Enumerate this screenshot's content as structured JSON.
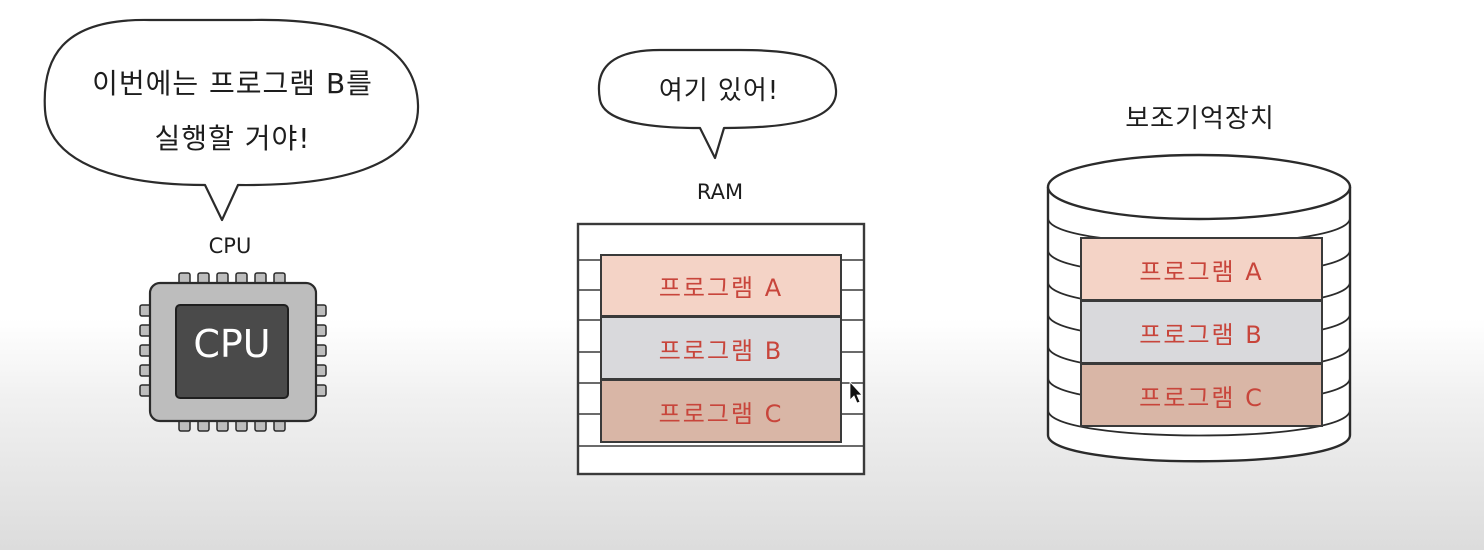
{
  "cpu": {
    "speech": [
      "이번에는 프로그램 B를",
      "실행할 거야!"
    ],
    "label": "CPU",
    "chip_text": "CPU"
  },
  "ram": {
    "speech": "여기 있어!",
    "label": "RAM",
    "programs": [
      "프로그램 A",
      "프로그램 B",
      "프로그램 C"
    ]
  },
  "storage": {
    "label": "보조기억장치",
    "programs": [
      "프로그램 A",
      "프로그램 B",
      "프로그램 C"
    ]
  },
  "colors": {
    "program_a": "#f4d3c6",
    "program_b": "#d9d9dc",
    "program_c": "#d9b6a6",
    "program_text": "#c8453b",
    "chip_outer": "#bdbdbd",
    "chip_inner": "#4a4a4a"
  },
  "icons": {
    "cursor": "mouse-cursor-icon"
  }
}
